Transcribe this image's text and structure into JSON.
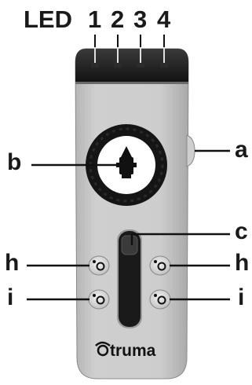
{
  "header": {
    "led_label": "LED",
    "led_numbers": [
      "1",
      "2",
      "3",
      "4"
    ]
  },
  "callouts": {
    "a": "a",
    "b": "b",
    "c": "c",
    "h_left": "h",
    "h_right": "h",
    "i_left": "i",
    "i_right": "i"
  },
  "brand": {
    "logo_text": "truma"
  },
  "colors": {
    "body": "#c9c9c9",
    "top_band": "#1b1b1b",
    "ring": "#111111",
    "knob_center": "#ffffff",
    "button": "#e2e2e2",
    "slider": "#161616",
    "line": "#111111"
  }
}
